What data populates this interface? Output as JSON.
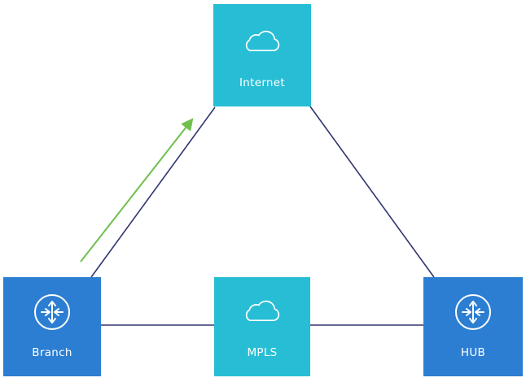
{
  "diagram": {
    "nodes": [
      {
        "id": "internet",
        "label": "Internet",
        "icon": "cloud-icon",
        "fill": "#27bed5"
      },
      {
        "id": "branch",
        "label": "Branch",
        "icon": "router-icon",
        "fill": "#2c7ed2"
      },
      {
        "id": "mpls",
        "label": "MPLS",
        "icon": "cloud-icon",
        "fill": "#27bed5"
      },
      {
        "id": "hub",
        "label": "HUB",
        "icon": "router-icon",
        "fill": "#2c7ed2"
      }
    ],
    "edges": [
      {
        "from": "branch",
        "to": "internet",
        "style": "plain-line"
      },
      {
        "from": "internet",
        "to": "hub",
        "style": "plain-line"
      },
      {
        "from": "branch",
        "to": "mpls",
        "style": "plain-line"
      },
      {
        "from": "mpls",
        "to": "hub",
        "style": "plain-line"
      },
      {
        "from": "branch",
        "to": "internet",
        "style": "arrow"
      }
    ],
    "colors": {
      "cloud_node_fill": "#27bed5",
      "router_node_fill": "#2c7ed2",
      "connector": "#31356e",
      "arrow": "#6fbf4c",
      "icon_stroke": "#ffffff",
      "label_text": "#ffffff",
      "background": "#ffffff"
    }
  }
}
